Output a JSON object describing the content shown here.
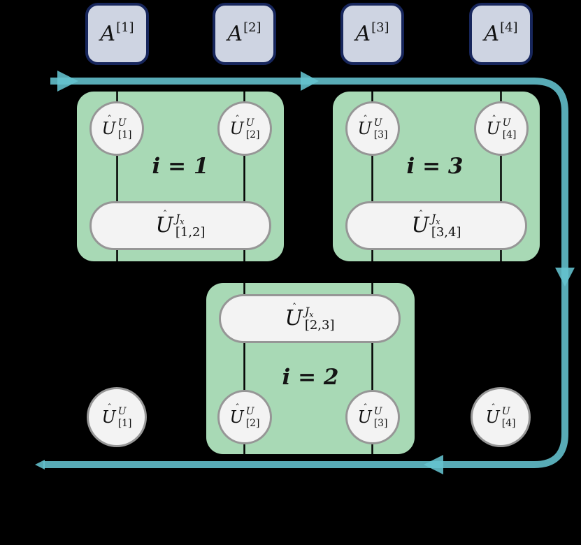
{
  "colors": {
    "background": "#000000",
    "mps_tensor_fill": "#ced4e2",
    "mps_tensor_border": "#17265c",
    "gate_group_green": "#a8d9b5",
    "gate_fill": "#f3f3f3",
    "gate_border": "#969696",
    "sweep_arrow_teal": "#64c3cf",
    "wire_black": "#000000"
  },
  "mps_tensors": [
    {
      "base": "A",
      "sup": "[1]"
    },
    {
      "base": "A",
      "sup": "[2]"
    },
    {
      "base": "A",
      "sup": "[3]"
    },
    {
      "base": "A",
      "sup": "[4]"
    }
  ],
  "step1": {
    "i_label": "i = 1",
    "u1": {
      "hat": "ˆ",
      "base": "U",
      "sup": "U",
      "sub": "[1]"
    },
    "u2": {
      "hat": "ˆ",
      "base": "U",
      "sup": "U",
      "sub": "[2]"
    },
    "pill": {
      "hat": "ˆ",
      "base": "U",
      "sup_main": "J",
      "sup_sub": "x",
      "sub": "[1,2]"
    }
  },
  "step3": {
    "i_label": "i = 3",
    "u1": {
      "hat": "ˆ",
      "base": "U",
      "sup": "U",
      "sub": "[3]"
    },
    "u2": {
      "hat": "ˆ",
      "base": "U",
      "sup": "U",
      "sub": "[4]"
    },
    "pill": {
      "hat": "ˆ",
      "base": "U",
      "sup_main": "J",
      "sup_sub": "x",
      "sub": "[3,4]"
    }
  },
  "step2": {
    "i_label": "i = 2",
    "u1": {
      "hat": "ˆ",
      "base": "U",
      "sup": "U",
      "sub": "[2]"
    },
    "u2": {
      "hat": "ˆ",
      "base": "U",
      "sup": "U",
      "sub": "[3]"
    },
    "pill": {
      "hat": "ˆ",
      "base": "U",
      "sup_main": "J",
      "sup_sub": "x",
      "sub": "[2,3]"
    }
  },
  "free_u_left": {
    "hat": "ˆ",
    "base": "U",
    "sup": "U",
    "sub": "[1]"
  },
  "free_u_right": {
    "hat": "ˆ",
    "base": "U",
    "sup": "U",
    "sub": "[4]"
  }
}
